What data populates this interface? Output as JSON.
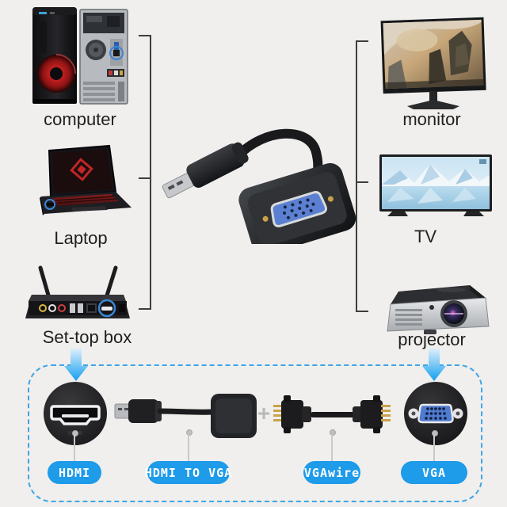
{
  "colors": {
    "background": "#f0efed",
    "accent_blue": "#1e9be9",
    "dashed_border": "#3fa5e9",
    "bracket": "#3d3d3d"
  },
  "devices_left": [
    {
      "label": "computer"
    },
    {
      "label": "Laptop"
    },
    {
      "label": "Set-top box"
    }
  ],
  "devices_right": [
    {
      "label": "monitor"
    },
    {
      "label": "TV"
    },
    {
      "label": "projector"
    }
  ],
  "bottom_panel": {
    "plus_sign": "+",
    "items": [
      {
        "label": "HDMI"
      },
      {
        "label": "HDMI TO VGA"
      },
      {
        "label": "VGAwire"
      },
      {
        "label": "VGA"
      }
    ]
  }
}
